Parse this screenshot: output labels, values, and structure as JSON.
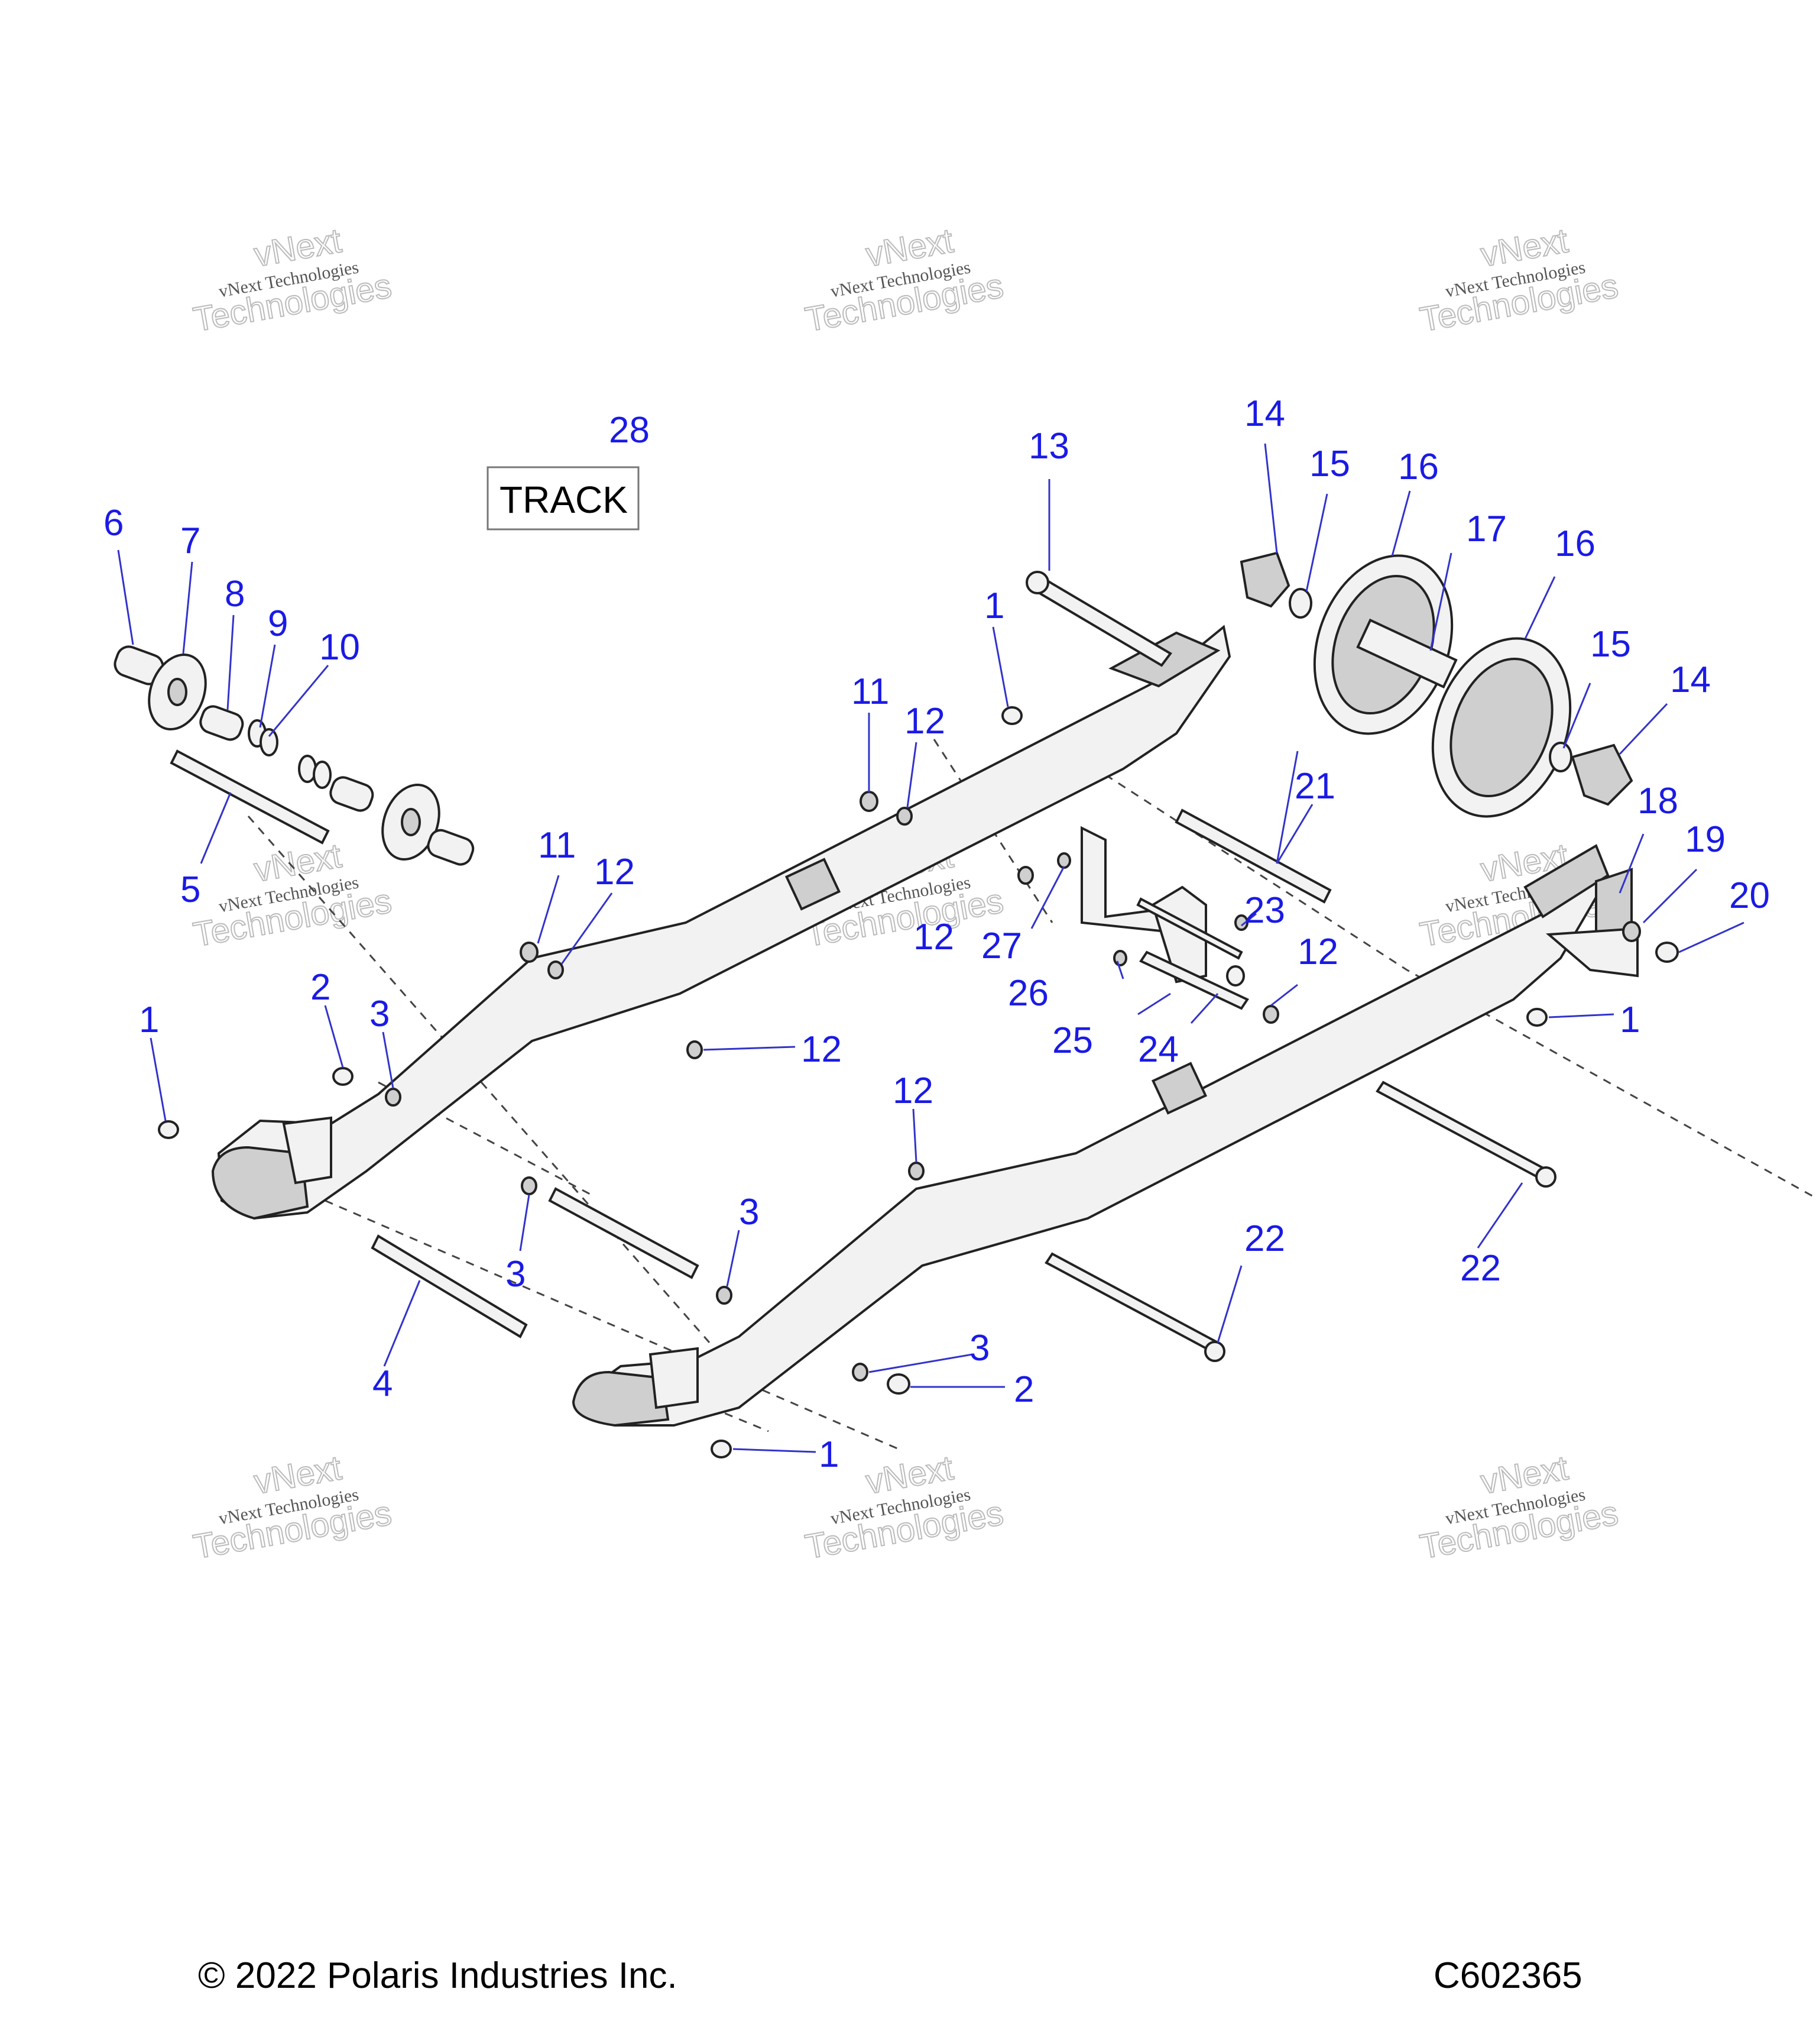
{
  "track_label": "TRACK",
  "track_callout": "28",
  "copyright": "© 2022 Polaris Industries Inc.",
  "diagram_code": "C602365",
  "watermark": {
    "line1": "vNext Technologies",
    "line2": "vNext",
    "line3": "Technologies"
  },
  "callouts": [
    "1",
    "2",
    "3",
    "4",
    "5",
    "6",
    "7",
    "8",
    "9",
    "10",
    "11",
    "12",
    "13",
    "14",
    "15",
    "16",
    "17",
    "18",
    "19",
    "20",
    "21",
    "22",
    "23",
    "24",
    "25",
    "26",
    "27"
  ]
}
